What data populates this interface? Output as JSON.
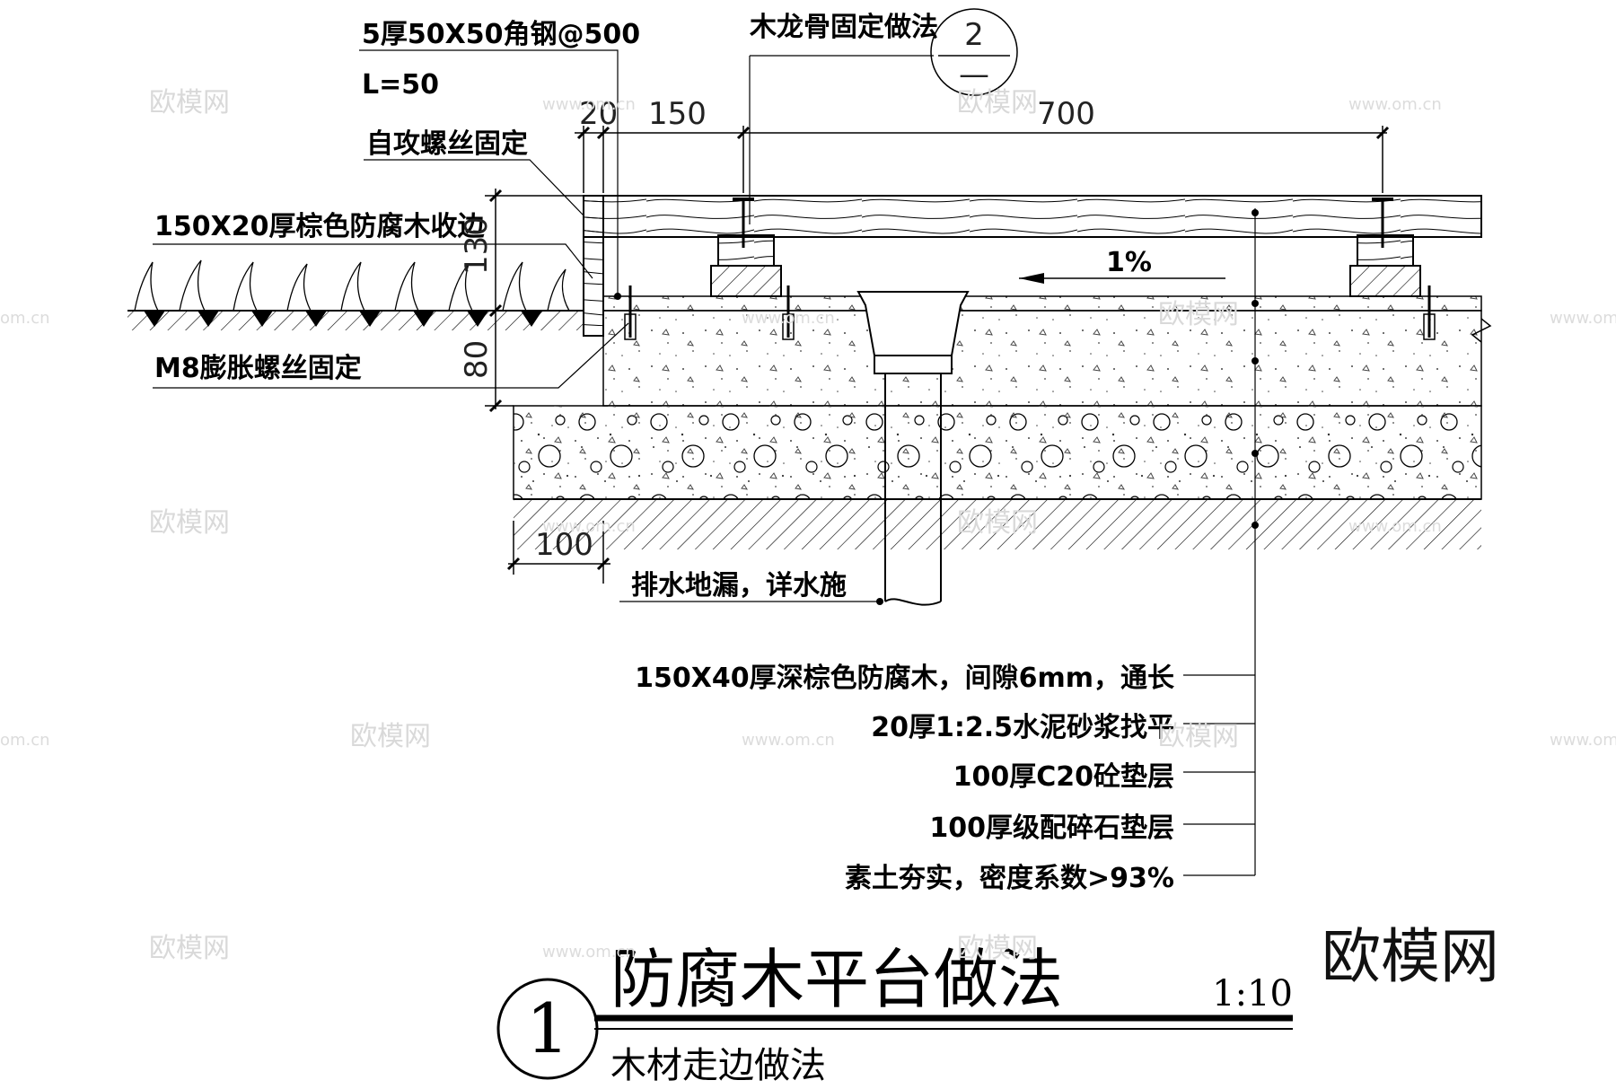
{
  "labels": {
    "angle_steel": "5厚50X50角钢@500",
    "angle_length": "L=50",
    "self_tap_screw": "自攻螺丝固定",
    "edge_wood": "150X20厚棕色防腐木收边",
    "expansion_bolt": "M8膨胀螺丝固定",
    "joist_fixing": "木龙骨固定做法",
    "drain": "排水地漏，详水施",
    "slope": "1%"
  },
  "detail_ref": {
    "top": "2",
    "bottom": "—"
  },
  "dimensions": {
    "d20": "20",
    "d150": "150",
    "d700": "700",
    "d130": "130",
    "d80": "80",
    "d100": "100"
  },
  "layers": [
    "150X40厚深棕色防腐木，间隙6mm，通长",
    "20厚1:2.5水泥砂浆找平",
    "100厚C20砼垫层",
    "100厚级配碎石垫层",
    "素土夯实，密度系数>93%"
  ],
  "title": {
    "number": "1",
    "main": "防腐木平台做法",
    "sub": "木材走边做法",
    "scale": "1:10"
  },
  "watermark": {
    "brand": "欧模网",
    "url": "www.om.cn",
    "url_fragment": "om.cn"
  }
}
